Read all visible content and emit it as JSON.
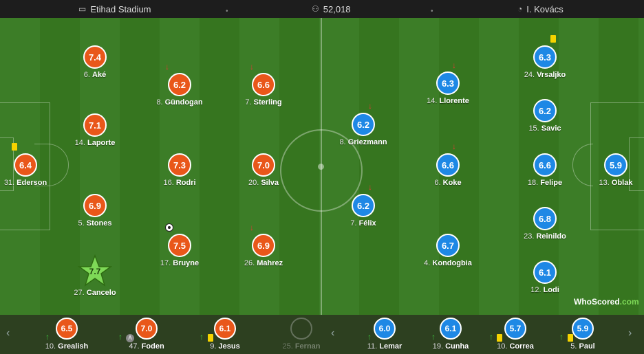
{
  "header": {
    "stadium": "Etihad Stadium",
    "attendance": "52,018",
    "referee": "I. Kovács"
  },
  "home_players": [
    {
      "id": "ake",
      "num": "6.",
      "name": "Aké",
      "rating": "7.4"
    },
    {
      "id": "gundogan",
      "num": "8.",
      "name": "Gündogan",
      "rating": "6.2"
    },
    {
      "id": "sterling",
      "num": "7.",
      "name": "Sterling",
      "rating": "6.6"
    },
    {
      "id": "laporte",
      "num": "14.",
      "name": "Laporte",
      "rating": "7.1"
    },
    {
      "id": "ederson",
      "num": "31.",
      "name": "Ederson",
      "rating": "6.4"
    },
    {
      "id": "rodri",
      "num": "16.",
      "name": "Rodri",
      "rating": "7.3"
    },
    {
      "id": "silva",
      "num": "20.",
      "name": "Silva",
      "rating": "7.0"
    },
    {
      "id": "stones",
      "num": "5.",
      "name": "Stones",
      "rating": "6.9"
    },
    {
      "id": "bruyne",
      "num": "17.",
      "name": "Bruyne",
      "rating": "7.5"
    },
    {
      "id": "mahrez",
      "num": "26.",
      "name": "Mahrez",
      "rating": "6.9"
    },
    {
      "id": "cancelo",
      "num": "27.",
      "name": "Cancelo",
      "rating": "7.7"
    }
  ],
  "away_players": [
    {
      "id": "vrsaljko",
      "num": "24.",
      "name": "Vrsaljko",
      "rating": "6.3"
    },
    {
      "id": "llorente",
      "num": "14.",
      "name": "Llorente",
      "rating": "6.3"
    },
    {
      "id": "griezmann",
      "num": "8.",
      "name": "Griezmann",
      "rating": "6.2"
    },
    {
      "id": "savic",
      "num": "15.",
      "name": "Savic",
      "rating": "6.2"
    },
    {
      "id": "koke",
      "num": "6.",
      "name": "Koke",
      "rating": "6.6"
    },
    {
      "id": "felipe",
      "num": "18.",
      "name": "Felipe",
      "rating": "6.6"
    },
    {
      "id": "oblak",
      "num": "13.",
      "name": "Oblak",
      "rating": "5.9"
    },
    {
      "id": "felix",
      "num": "7.",
      "name": "Félix",
      "rating": "6.2"
    },
    {
      "id": "reinildo",
      "num": "23.",
      "name": "Reinildo",
      "rating": "6.8"
    },
    {
      "id": "kondogbia",
      "num": "4.",
      "name": "Kondogbia",
      "rating": "6.7"
    },
    {
      "id": "lodi",
      "num": "12.",
      "name": "Lodi",
      "rating": "6.1"
    }
  ],
  "home_subs": [
    {
      "num": "10.",
      "name": "Grealish",
      "rating": "6.5"
    },
    {
      "num": "47.",
      "name": "Foden",
      "rating": "7.0"
    },
    {
      "num": "9.",
      "name": "Jesus",
      "rating": "6.1"
    },
    {
      "num": "25.",
      "name": "Fernan"
    }
  ],
  "away_subs": [
    {
      "num": "11.",
      "name": "Lemar",
      "rating": "6.0"
    },
    {
      "num": "19.",
      "name": "Cunha",
      "rating": "6.1"
    },
    {
      "num": "10.",
      "name": "Correa",
      "rating": "5.7"
    },
    {
      "num": "5.",
      "name": "Paul",
      "rating": "5.9"
    }
  ],
  "icons": {
    "stadium": "stadium-icon",
    "attendance": "attendance-icon",
    "referee": "whistle-icon",
    "sub_down": "substituted-off-icon",
    "sub_up": "substituted-on-icon",
    "yellow": "yellow-card-icon",
    "goal": "ball-icon",
    "star": "man-of-the-match-star-icon",
    "captain_badge": "A"
  },
  "logo": {
    "text": "WhoScored",
    "suffix": ".com"
  },
  "colors": {
    "home": "#e9571a",
    "away": "#1e88e5",
    "motm": "#7ed957"
  }
}
